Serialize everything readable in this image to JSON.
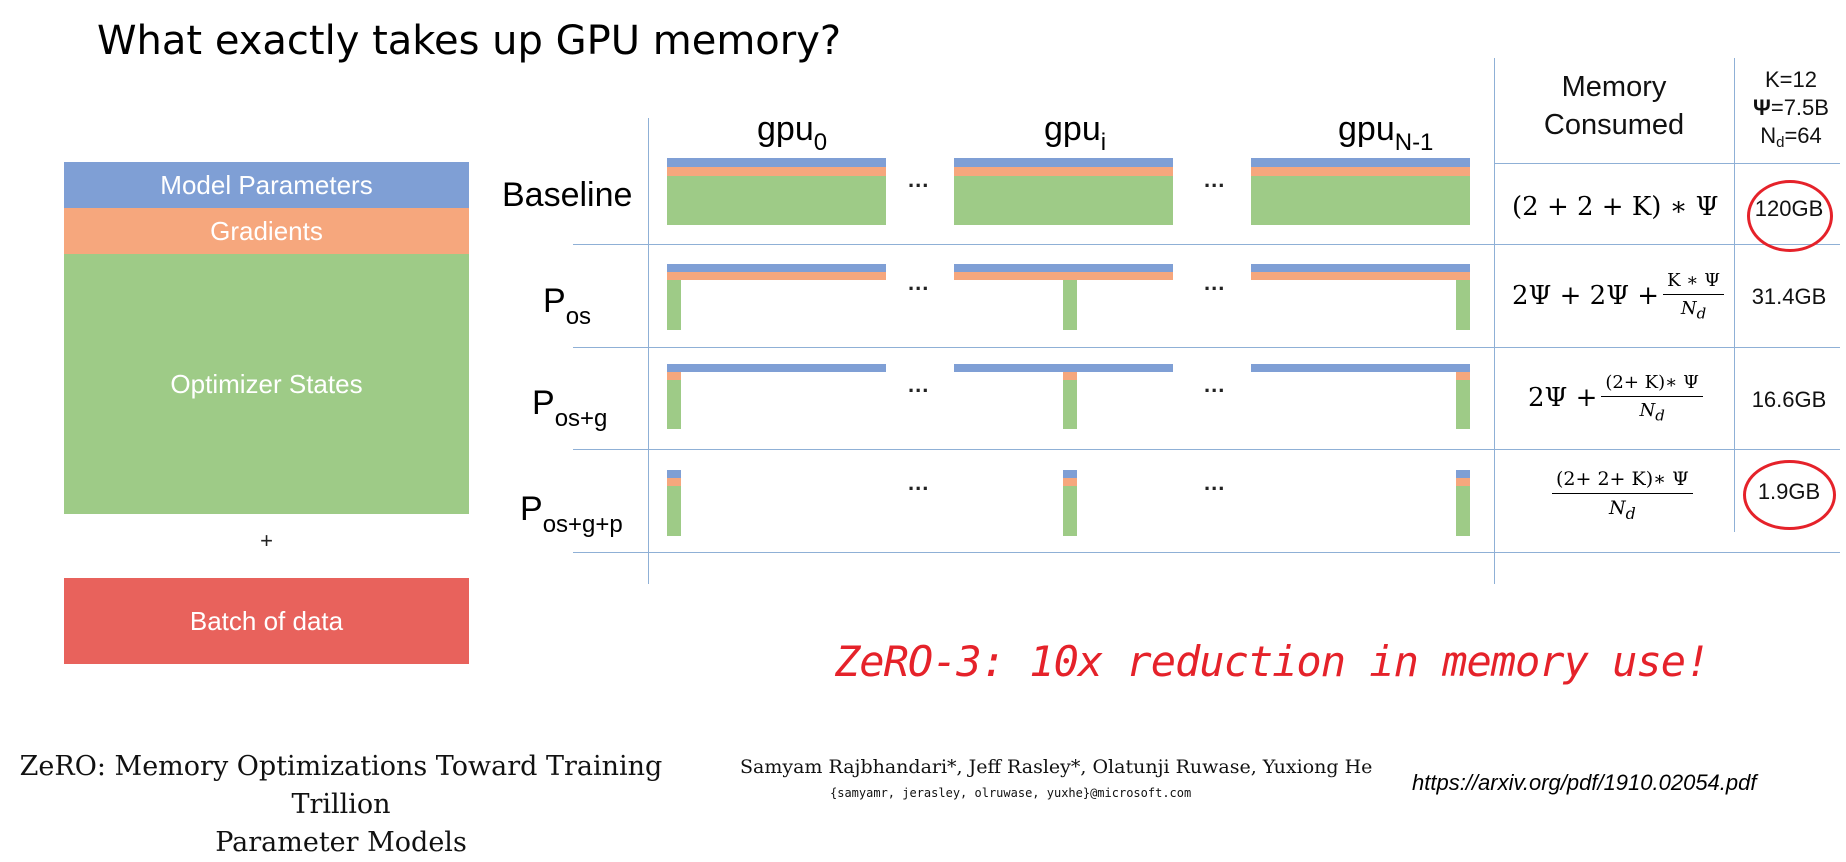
{
  "title": "What exactly takes up GPU memory?",
  "legend": {
    "model_parameters": "Model Parameters",
    "gradients": "Gradients",
    "optimizer_states": "Optimizer States",
    "plus": "+",
    "batch": "Batch of data"
  },
  "colors": {
    "parameters": "#7f9fd5",
    "gradients": "#f6a77d",
    "optimizer": "#9ecb87",
    "batch": "#e8625c",
    "highlight": "#e5222a"
  },
  "columns": {
    "gpu0": {
      "base": "gpu",
      "sub": "0"
    },
    "gpui": {
      "base": "gpu",
      "sub": "i"
    },
    "gpuN": {
      "base": "gpu",
      "sub": "N-1"
    },
    "ellipsis": "...",
    "memory_line1": "Memory",
    "memory_line2": "Consumed",
    "config": {
      "k": "K=12",
      "psi": "Ψ",
      "psi_val": "=7.5B",
      "nd_base": "N",
      "nd_sub": "d",
      "nd_val": "=64"
    }
  },
  "rows": [
    {
      "label": "Baseline",
      "sub": "",
      "formula": "(2 + 2 + K) ∗ Ψ",
      "memory": "120GB"
    },
    {
      "label": "P",
      "sub": "os",
      "formula_a": "2Ψ + 2Ψ + ",
      "frac_num": "K ∗ Ψ",
      "frac_den": "N",
      "frac_den_sub": "d",
      "memory": "31.4GB"
    },
    {
      "label": "P",
      "sub": "os+g",
      "formula_a": "2Ψ + ",
      "frac_num": "(2+ K)∗ Ψ",
      "frac_den": "N",
      "frac_den_sub": "d",
      "memory": "16.6GB"
    },
    {
      "label": "P",
      "sub": "os+g+p",
      "frac_num": "(2+ 2+ K)∗ Ψ",
      "frac_den": "N",
      "frac_den_sub": "d",
      "memory": "1.9GB"
    }
  ],
  "note": "ZeRO-3: 10x reduction in memory use!",
  "paper": {
    "title_line1": "ZeRO: Memory Optimizations Toward Training Trillion",
    "title_line2": "Parameter Models",
    "authors": "Samyam Rajbhandari*, Jeff Rasley*, Olatunji Ruwase, Yuxiong He",
    "emails": "{samyamr, jerasley, olruwase, yuxhe}@microsoft.com",
    "url": "https://arxiv.org/pdf/1910.02054.pdf"
  }
}
